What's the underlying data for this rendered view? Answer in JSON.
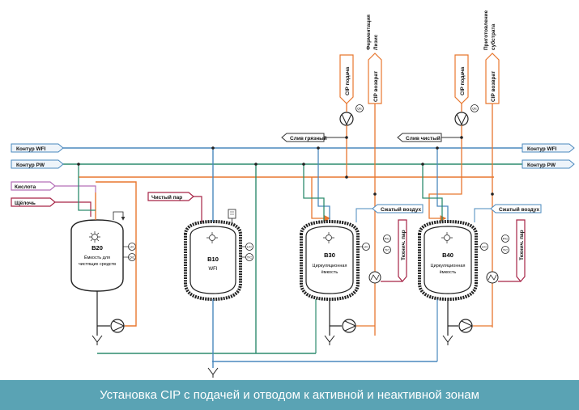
{
  "caption": "Установка CIP с подачей и отводом к активной и неактивной зонам",
  "colors": {
    "wfi_line": "#4a88bd",
    "process_line": "#e8772f",
    "steam_line": "#a62446",
    "acid_line": "#b46fb8",
    "loop_line": "#2d8c6e",
    "caption_bg": "#5aa3b4"
  },
  "lines": {
    "wfi_in": "Контур WFI",
    "pw_in": "Контур PW",
    "wfi_out": "Контур WFI",
    "pw_out": "Контур PW",
    "acid": "Кислота",
    "alkali": "Щёлочь",
    "clean_steam": "Чистый пар",
    "drain_dirty": "Слив грязный",
    "drain_clean": "Слив чистый",
    "air1": "Сжатый воздух",
    "air2": "Сжатый воздух",
    "tech_steam1": "Технич. пар",
    "tech_steam2": "Технич. пар",
    "cip_supply1": "CIP подача",
    "cip_return1": "CIP возврат",
    "cip_supply2": "CIP подача",
    "cip_return2": "CIP возврат",
    "dest1_a": "Ферментация",
    "dest1_b": "Лизис",
    "dest2_a": "Приготовление",
    "dest2_b": "субстрата"
  },
  "tanks": {
    "b20": {
      "id": "B20",
      "line1": "Ёмкость для",
      "line2": "чистящих средств"
    },
    "b10": {
      "id": "B10",
      "line1": "WFI"
    },
    "b30": {
      "id": "B30",
      "line1": "Циркуляционная",
      "line2": "ёмкость"
    },
    "b40": {
      "id": "B40",
      "line1": "Циркуляционная",
      "line2": "ёмкость"
    }
  },
  "tags": {
    "lic": "LIC",
    "qic": "QIC",
    "pic": "PIC",
    "tic": "TIC",
    "qe": "QE",
    "ti": "TI"
  }
}
